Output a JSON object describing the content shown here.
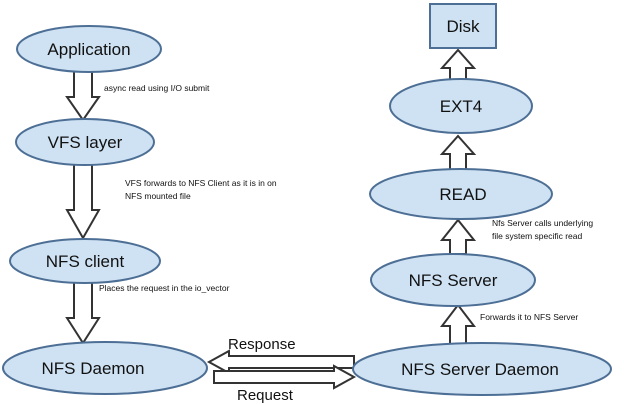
{
  "nodes": {
    "application": "Application",
    "vfs_layer": "VFS layer",
    "nfs_client": "NFS client",
    "nfs_daemon": "NFS Daemon",
    "nfs_server_daemon": "NFS Server Daemon",
    "nfs_server": "NFS Server",
    "read": "READ",
    "ext4": "EXT4",
    "disk": "Disk"
  },
  "edges": {
    "app_to_vfs": "async read using I/O submit",
    "vfs_to_client_line1": "VFS forwards to NFS Client as it is in on",
    "vfs_to_client_line2": "NFS mounted file",
    "client_to_daemon": "Places the request in the io_vector",
    "daemon_response": "Response",
    "daemon_request": "Request",
    "serverdaemon_to_server": "Forwards it to NFS Server",
    "server_to_read_line1": "Nfs Server calls underlying",
    "server_to_read_line2": "file system specific read"
  },
  "colors": {
    "node_fill": "#cfe2f3",
    "node_stroke": "#4d6f95",
    "arrow_fill": "#ffffff",
    "arrow_stroke": "#333333"
  }
}
